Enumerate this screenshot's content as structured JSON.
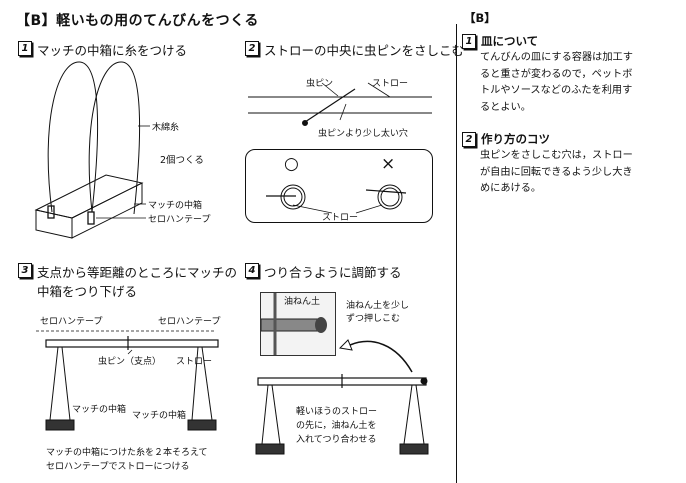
{
  "title": "【B】軽いもの用のてんびんをつくる",
  "steps": [
    {
      "num": "1",
      "heading": "マッチの中箱に糸をつける"
    },
    {
      "num": "2",
      "heading": "ストローの中央に虫ピンをさしこむ"
    },
    {
      "num": "3",
      "heading": "支点から等距離のところにマッチの中箱をつり下げる"
    },
    {
      "num": "4",
      "heading": "つり合うように調節する"
    }
  ],
  "fig1": {
    "thread": "木綿糸",
    "make_two": "2個つくる",
    "matchbox": "マッチの中箱",
    "tape": "セロハンテープ"
  },
  "fig2": {
    "pin": "虫ピン",
    "straw": "ストロー",
    "hole": "虫ピンより少し太い穴",
    "ok_mark": "○",
    "ng_mark": "×",
    "straw2": "ストロー"
  },
  "fig3": {
    "tape_left": "セロハンテープ",
    "tape_right": "セロハンテープ",
    "fulcrum": "虫ピン（支点）",
    "straw": "ストロー",
    "box_left": "マッチの中箱",
    "box_right": "マッチの中箱",
    "caption": [
      "マッチの中箱につけた糸を２本そろえて",
      "セロハンテープでストローにつける"
    ]
  },
  "fig4": {
    "clay": "油ねん土",
    "push": [
      "油ねん土を少し",
      "ずつ押しこむ"
    ],
    "note": [
      "軽いほうのストロー",
      "の先に，油ねん土を",
      "入れてつり合わせる"
    ]
  },
  "right_panel": {
    "title": "【B】",
    "items": [
      {
        "num": "1",
        "heading": "皿について",
        "body": [
          "てんびんの皿にする容器は加工す",
          "ると重さが変わるので，ペットボ",
          "トルやソースなどのふたを利用す",
          "るとよい。"
        ]
      },
      {
        "num": "2",
        "heading": "作り方のコツ",
        "body": [
          "虫ピンをさしこむ穴は，ストロー",
          "が自由に回転できるよう少し大き",
          "めにあける。"
        ]
      }
    ]
  }
}
